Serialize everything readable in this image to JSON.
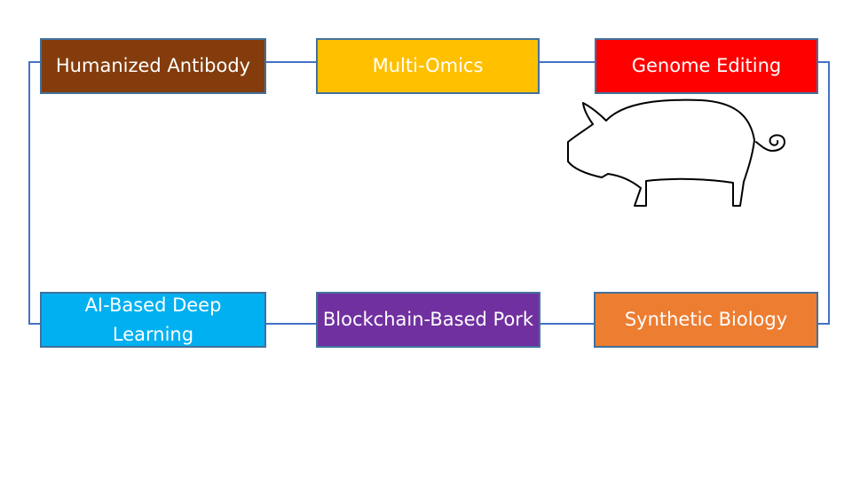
{
  "diagram": {
    "connector_color": "#4472c4",
    "pig_icon": "pig-outline-icon",
    "nodes": [
      {
        "id": "humanized-antibody",
        "label": "Humanized Antibody",
        "color": "#843c0c"
      },
      {
        "id": "multi-omics",
        "label": "Multi-Omics",
        "color": "#ffc000"
      },
      {
        "id": "genome-editing",
        "label": "Genome Editing",
        "color": "#ff0000"
      },
      {
        "id": "ai-deep-learning",
        "label": "AI-Based Deep Learning",
        "color": "#00b0f0"
      },
      {
        "id": "blockchain-pork",
        "label": "Blockchain-Based Pork",
        "color": "#7030a0"
      },
      {
        "id": "synthetic-biology",
        "label": "Synthetic Biology",
        "color": "#ed7d31"
      }
    ]
  }
}
